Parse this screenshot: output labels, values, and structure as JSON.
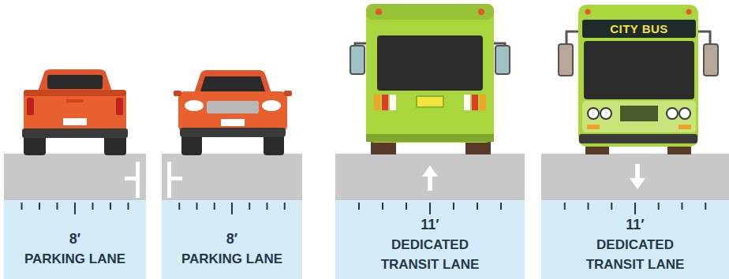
{
  "diagram": {
    "nodes": [
      {
        "text": [
          "8′",
          "PARKING LANE"
        ]
      },
      {
        "text": [
          "8′",
          "PARKING LANE"
        ]
      },
      {
        "text": [
          "11′",
          "DEDICATED TRANSIT LANE"
        ]
      },
      {
        "text": [
          "11′",
          "DEDICATED TRANSIT LANE"
        ]
      }
    ],
    "labels": [
      "CITY BUS"
    ]
  }
}
